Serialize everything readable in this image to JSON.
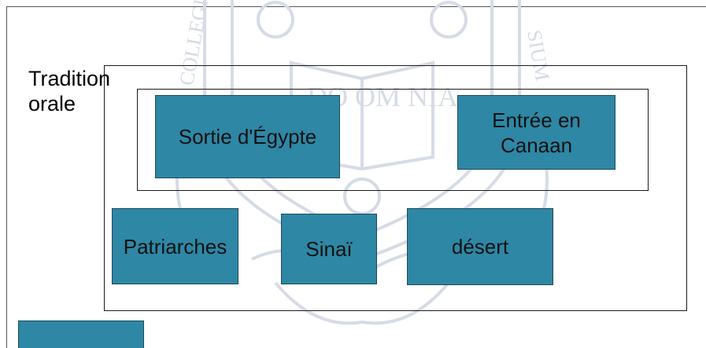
{
  "slide": {
    "label": "Tradition\norale",
    "boxes": {
      "sortie": "Sortie d'Égypte",
      "entree": "Entrée en\nCanaan",
      "patriarches": "Patriarches",
      "sinai": "Sinaï",
      "desert": "désert",
      "empty": ""
    },
    "watermark": {
      "left_text": "COLLEGI",
      "right_text": "SIUM",
      "center_text": "DO OM NIA",
      "color": "#d6dbe6"
    }
  },
  "colors": {
    "box_fill": "#2e87a5",
    "box_border": "#1d4a5a",
    "frame_border": "#1a1a1a"
  }
}
